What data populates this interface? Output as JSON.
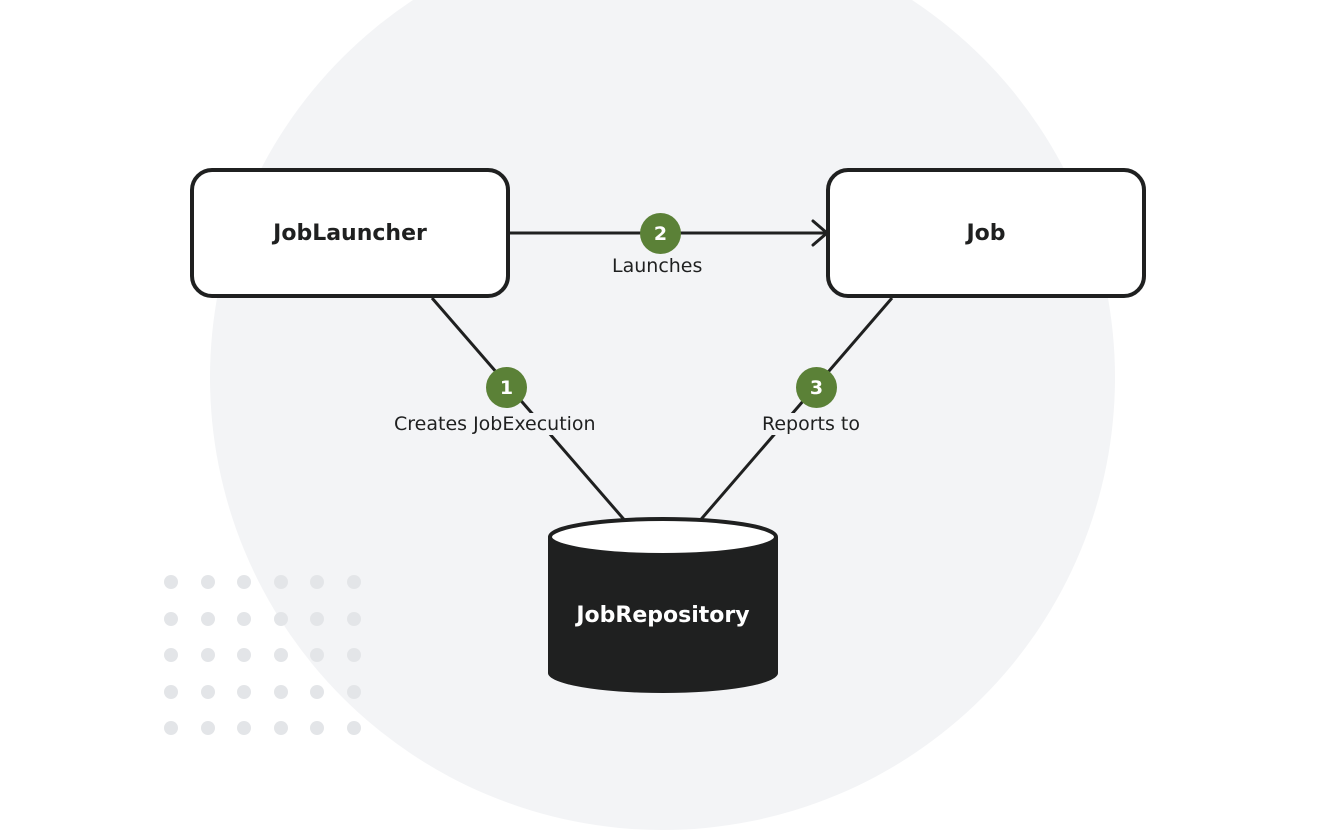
{
  "nodes": {
    "job_launcher": "JobLauncher",
    "job": "Job",
    "job_repository": "JobRepository"
  },
  "edges": [
    {
      "step": "2",
      "label": "Launches"
    },
    {
      "step": "1",
      "label": "Creates JobExecution"
    },
    {
      "step": "3",
      "label": "Reports to"
    }
  ],
  "colors": {
    "background_circle": "#f3f4f6",
    "badge": "#5b8137",
    "stroke": "#1f2020",
    "dots": "#e3e5e8"
  }
}
